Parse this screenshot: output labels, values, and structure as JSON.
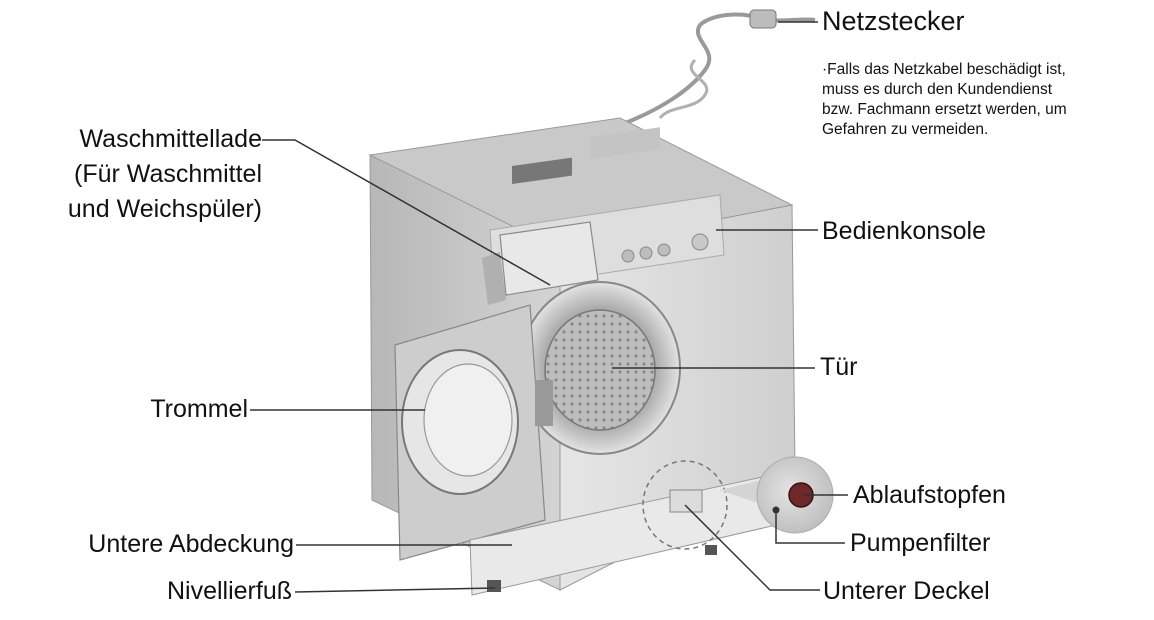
{
  "labels": {
    "netzstecker": "Netzstecker",
    "waschmittellade": [
      "Waschmittellade",
      "(Für Waschmittel",
      "und Weichspüler)"
    ],
    "bedienkonsole": "Bedienkonsole",
    "tuer": "Tür",
    "trommel": "Trommel",
    "ablaufstopfen": "Ablaufstopfen",
    "pumpenfilter": "Pumpenfilter",
    "untere_abdeckung": "Untere Abdeckung",
    "nivellierfuss": "Nivellierfuß",
    "unterer_deckel": "Unterer Deckel"
  },
  "note_lines": [
    "·Falls das Netzkabel beschädigt ist,",
    " muss es durch den Kundendienst",
    " bzw. Fachmann ersetzt werden, um",
    " Gefahren zu vermeiden."
  ],
  "colors": {
    "machine_body": "#d9d9d9",
    "machine_shadow": "#a8a8a8",
    "line": "#333333",
    "detail_circle": "#cfcfcf",
    "drain_plug": "#6e2a2a"
  }
}
